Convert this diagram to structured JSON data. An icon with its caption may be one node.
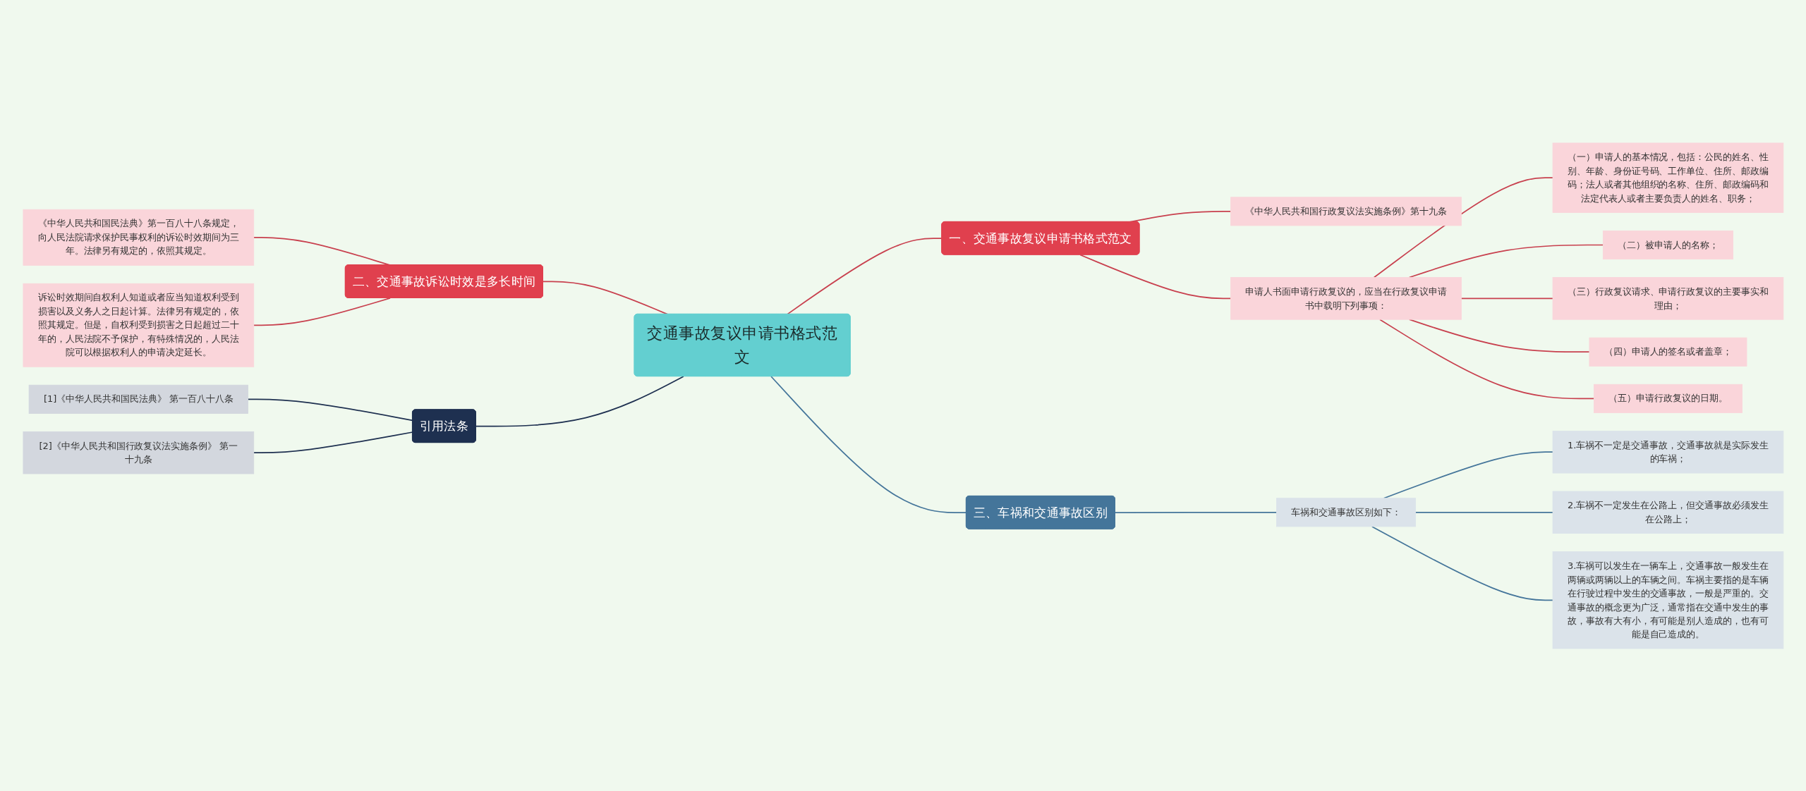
{
  "diagram": {
    "nodes": [
      {
        "text": [
          "交通事故复议申请书格式范文"
        ]
      },
      {
        "text": [
          "一、交通事故复议申请书格式范文"
        ]
      },
      {
        "text": [
          "《中华人民共和国行政复议法实施条例》第十九条"
        ]
      },
      {
        "text": [
          "申请人书面申请行政复议的，应当在行政复议申请书中载明下列事项："
        ]
      },
      {
        "text": [
          "（一）申请人的基本情况，包括：公民的姓名、性别、年龄、身份证号码、工作单位、住所、邮政编码；法人或者其他组织的名称、住所、邮政编码和法定代表人或者主要负责人的姓名、职务；"
        ]
      },
      {
        "text": [
          "（二）被申请人的名称；"
        ]
      },
      {
        "text": [
          "（三）行政复议请求、申请行政复议的主要事实和理由；"
        ]
      },
      {
        "text": [
          "（四）申请人的签名或者盖章；"
        ]
      },
      {
        "text": [
          "（五）申请行政复议的日期。"
        ]
      },
      {
        "text": [
          "二、交通事故诉讼时效是多长时间"
        ]
      },
      {
        "text": [
          "《中华人民共和国民法典》第一百八十八条规定，向人民法院请求保护民事权利的诉讼时效期间为三年。法律另有规定的，依照其规定。"
        ]
      },
      {
        "text": [
          "诉讼时效期间自权利人知道或者应当知道权利受到损害以及义务人之日起计算。法律另有规定的，依照其规定。但是，自权利受到损害之日起超过二十年的，人民法院不予保护，有特殊情况的，人民法院可以根据权利人的申请决定延长。"
        ]
      },
      {
        "text": [
          "引用法条"
        ]
      },
      {
        "text": [
          "[1]《中华人民共和国民法典》 第一百八十八条"
        ]
      },
      {
        "text": [
          "[2]《中华人民共和国行政复议法实施条例》 第一十九条"
        ]
      },
      {
        "text": [
          "三、车祸和交通事故区别"
        ]
      },
      {
        "text": [
          "车祸和交通事故区别如下："
        ]
      },
      {
        "text": [
          "1.车祸不一定是交通事故，交通事故就是实际发生的车祸；"
        ]
      },
      {
        "text": [
          "2.车祸不一定发生在公路上，但交通事故必须发生在公路上；"
        ]
      },
      {
        "text": [
          "3.车祸可以发生在一辆车上，交通事故一般发生在两辆或两辆以上的车辆之间。车祸主要指的是车辆在行驶过程中发生的交通事故，一般是严重的。交通事故的概念更为广泛，通常指在交通中发生的事故，事故有大有小，有可能是别人造成的，也有可能是自己造成的。"
        ]
      }
    ],
    "edges": [
      {
        "from": 0,
        "to": 1,
        "arrow": "none"
      },
      {
        "from": 1,
        "to": 2,
        "arrow": "none"
      },
      {
        "from": 1,
        "to": 3,
        "arrow": "none"
      },
      {
        "from": 3,
        "to": 4,
        "arrow": "none"
      },
      {
        "from": 3,
        "to": 5,
        "arrow": "none"
      },
      {
        "from": 3,
        "to": 6,
        "arrow": "none"
      },
      {
        "from": 3,
        "to": 7,
        "arrow": "none"
      },
      {
        "from": 3,
        "to": 8,
        "arrow": "none"
      },
      {
        "from": 0,
        "to": 9,
        "arrow": "none"
      },
      {
        "from": 9,
        "to": 10,
        "arrow": "none"
      },
      {
        "from": 9,
        "to": 11,
        "arrow": "none"
      },
      {
        "from": 0,
        "to": 12,
        "arrow": "none",
        "color": "#1e3050"
      },
      {
        "from": 12,
        "to": 13,
        "arrow": "none",
        "color": "#1e3050"
      },
      {
        "from": 12,
        "to": 14,
        "arrow": "none",
        "color": "#1e3050"
      },
      {
        "from": 0,
        "to": 15,
        "arrow": "none",
        "color": "#44759a"
      },
      {
        "from": 15,
        "to": 16,
        "arrow": "none",
        "color": "#44759a"
      },
      {
        "from": 16,
        "to": 17,
        "arrow": "none",
        "color": "#44759a"
      },
      {
        "from": 16,
        "to": 18,
        "arrow": "none",
        "color": "#44759a"
      },
      {
        "from": 16,
        "to": 19,
        "arrow": "none",
        "color": "#44759a"
      }
    ]
  }
}
